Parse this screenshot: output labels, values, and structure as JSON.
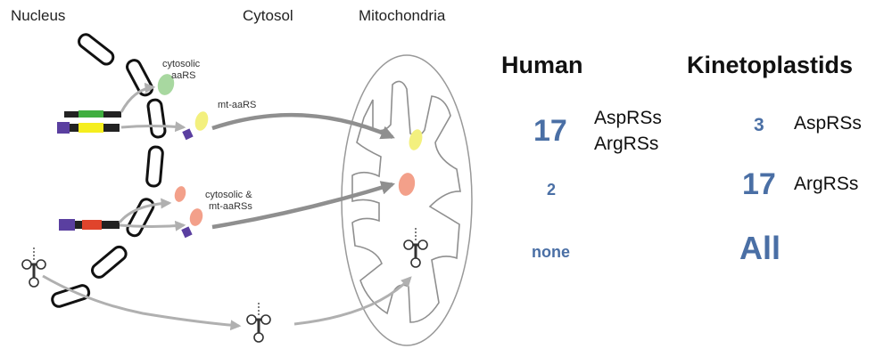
{
  "regions": {
    "nucleus": "Nucleus",
    "cytosol": "Cytosol",
    "mitochondria": "Mitochondria"
  },
  "protein_labels": {
    "cytosolic": [
      "cytosolic",
      "aaRS"
    ],
    "mt": "mt-aaRS",
    "dual": [
      "cytosolic &",
      "mt-aaRSs"
    ]
  },
  "columns": {
    "human": "Human",
    "kinetoplastids": "Kinetoplastids"
  },
  "rows": [
    {
      "human_value": "17",
      "human_labels": [
        "AspRSs",
        "ArgRSs"
      ],
      "kineto_value": "3",
      "kineto_labels": [
        "AspRSs"
      ]
    },
    {
      "human_value": "2",
      "human_labels": [],
      "kineto_value": "17",
      "kineto_labels": [
        "ArgRSs"
      ]
    },
    {
      "human_value": "none",
      "human_labels": [],
      "kineto_value": "All",
      "kineto_labels": []
    }
  ],
  "colors": {
    "number": "#4a6fa5",
    "green_gene": "#3fae3f",
    "yellow_gene": "#f5ee1e",
    "red_gene": "#e0442c",
    "purple_tag": "#5a3fa0",
    "green_protein": "#a8d8a0",
    "yellow_protein": "#f3f07e",
    "salmon_protein": "#f3a08a",
    "arrow": "#aaaaaa"
  }
}
